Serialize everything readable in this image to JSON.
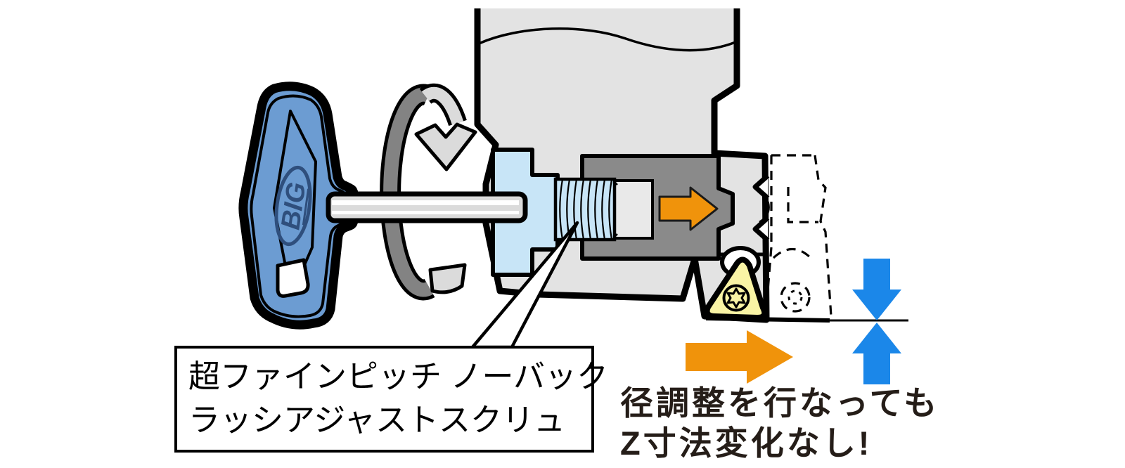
{
  "illustration": {
    "wrench": {
      "brand_logo": "BIG"
    },
    "callout": {
      "line1": "超ファインピッチ ノーバック",
      "line2": "ラッシアジャストスクリュ"
    },
    "caption": {
      "line1": "径調整を行なっても",
      "line2": "Z寸法変化なし!"
    },
    "colors": {
      "handle_blue": "#6C9CD2",
      "logo_navy": "#2F4F7D",
      "screw_blue": "#C8E5F7",
      "body_gray": "#E3E3E3",
      "block_gray": "#8A8A8A",
      "steel_gray": "#DBDBDB",
      "rot_dark": "#838383",
      "hole_gray": "#E9E9E9",
      "insert_yellow": "#F9F4A5",
      "arrow_orange": "#F0930B",
      "arrow_blue": "#1B87E9",
      "text_dark": "#251D18"
    }
  }
}
